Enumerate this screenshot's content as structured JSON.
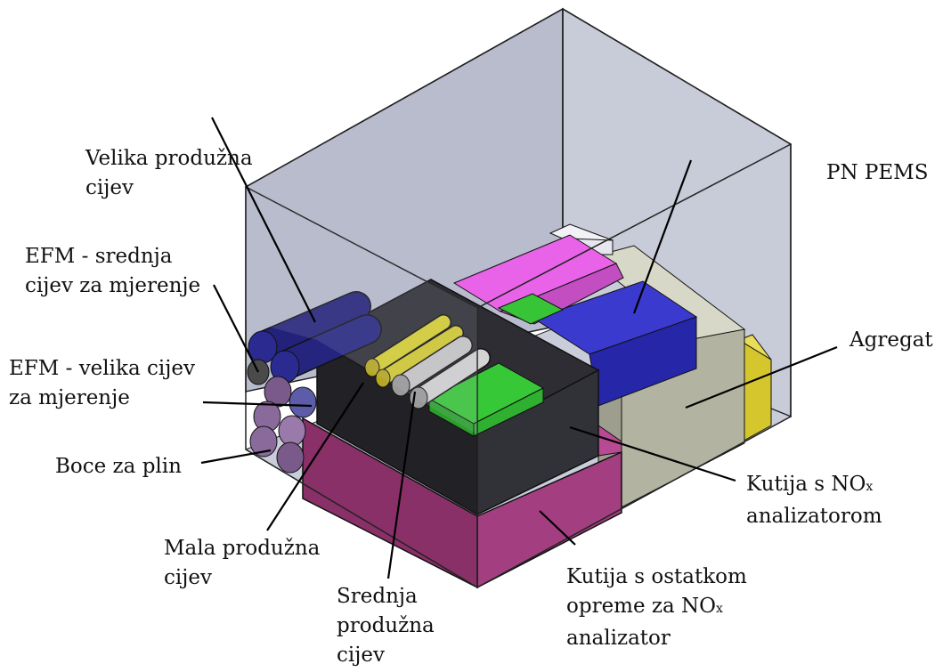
{
  "labels": {
    "velika_produzna": [
      "Velika produžna",
      "cijev"
    ],
    "efm_srednja": [
      "EFM - srednja",
      "cijev za mjerenje"
    ],
    "efm_velika": [
      "EFM - velika cijev",
      "za mjerenje"
    ],
    "boce": [
      "Boce za plin"
    ],
    "mala_produzna": [
      "Mala produžna",
      "cijev"
    ],
    "srednja_produzna": [
      "Srednja",
      "produžna",
      "cijev"
    ],
    "pn_pems": [
      "PN PEMS"
    ],
    "agregat": [
      "Agregat"
    ],
    "kutija_nox": {
      "line1": "Kutija s NO",
      "sub1": "x",
      "line2": "analizatorom"
    },
    "kutija_ostatak": {
      "line1": "Kutija s ostatkom",
      "line2": "opreme za NO",
      "sub2": "x",
      "line3": "analizator"
    }
  },
  "colors": {
    "enclosure": "#c4c7d6",
    "black_box": "#2b2b30",
    "magenta_box": "#9c3b7c",
    "pink_box": "#e868e8",
    "blue_box": "#3535c8",
    "green_box": "#35c035",
    "grey_box": "#b8b8a8",
    "yellow_box": "#d8c830",
    "blue_cylinder": "#22227a",
    "yellow_cylinder": "#d8d030",
    "grey_cylinder": "#c8c8c8",
    "gas_bottle": "#8a6a9a"
  }
}
